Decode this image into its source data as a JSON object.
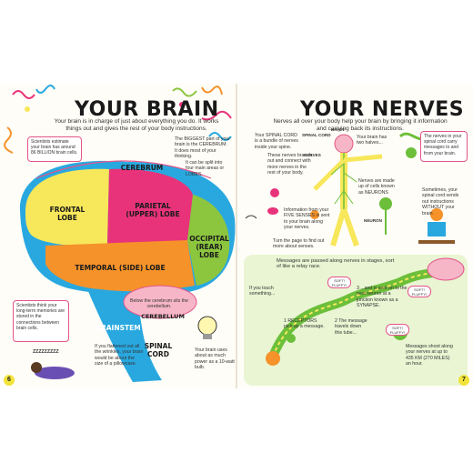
{
  "left_page": {
    "title": "YOUR BRAIN",
    "intro": "Your brain is in charge of just about everything you do. It works things out and gives the rest of your body instructions.",
    "neurons_note": "Scientists estimate your brain has around 86 BILLION brain cells.",
    "biggest_part_note": "The BIGGEST part of your brain is the CEREBRUM. It does most of your thinking.",
    "sections_note": "It can be split into four main areas or LOBES.",
    "cerebrum_label": "CEREBRUM",
    "lobes": {
      "frontal": "FRONTAL LOBE",
      "parietal": "PARIETAL (UPPER) LOBE",
      "occipital": "OCCIPITAL (REAR) LOBE",
      "temporal": "TEMPORAL (SIDE) LOBE"
    },
    "brainstem_label": "BRAINSTEM",
    "cerebellum_label": "CEREBELLUM",
    "spinal_cord_label": "SPINAL CORD",
    "cerebellum_note": "Below the cerebrum sits the cerebellum.",
    "memories_note": "Scientists think your long-term memories are stored in the connections between brain cells.",
    "flattened_note": "If you flattened out all the wrinkles, your brain would be about the size of a pillowcase.",
    "bulb_note": "Your brain uses about as much power as a 10-watt bulb.",
    "sleep_text": "ZZZZZZZZZ",
    "page_number": "6"
  },
  "right_page": {
    "title": "YOUR NERVES",
    "intro": "Nerves all over your body help your brain by bringing it information and carrying back its instructions.",
    "spinal_cord_note": "Your SPINAL CORD is a bundle of nerves inside your spine.",
    "branch_note": "These nerves branch out and connect with more nerves in the rest of your body.",
    "two_halves_note": "Your brain has two halves...",
    "nerves_cells_note": "Nerves are made up of cells known as NEURONS",
    "five_senses_note": "Information from your FIVE SENSES is sent to your brain along your nerves.",
    "turn_page_note": "Turn the page to find out more about senses.",
    "tired_note": "The nerves in your spinal cord carry messages to and from your brain.",
    "without_brain_note": "Sometimes, your spinal cord sends out instructions WITHOUT your brain.",
    "body_labels": {
      "brain": "BRAIN",
      "spinal_cord": "SPINAL CORD",
      "nerves": "NERVES",
      "neuron": "NEURON"
    },
    "relay_intro": "Messages are passed along nerves in stages, sort of like a relay race.",
    "touch_note": "If you touch something...",
    "step1": "1 RECEPTORS pick up a message.",
    "step2": "2 The message travels down this tube...",
    "step3": "3 ...and is sent on to the next neuron at a junction known as a SYNAPSE.",
    "speed_note": "Messages shoot along your nerves at up to 435 KM (270 MILES) an hour.",
    "bubble1": "SOFT! FLUFFY!",
    "bubble2": "SOFT! FLUFFY!",
    "bubble3": "SOFT! FLUFFY!",
    "page_number": "7"
  },
  "colors": {
    "frontal": "#f7e75a",
    "parietal": "#e8337a",
    "occipital": "#8cc63f",
    "temporal": "#f5922a",
    "brainstem": "#29a8e0",
    "cerebellum": "#f6b6c8",
    "brain_outline": "#29a8e0",
    "note_border": "#e3548a",
    "nerve_green": "#6cbf3a",
    "relay_bg": "#e9f5d3"
  }
}
